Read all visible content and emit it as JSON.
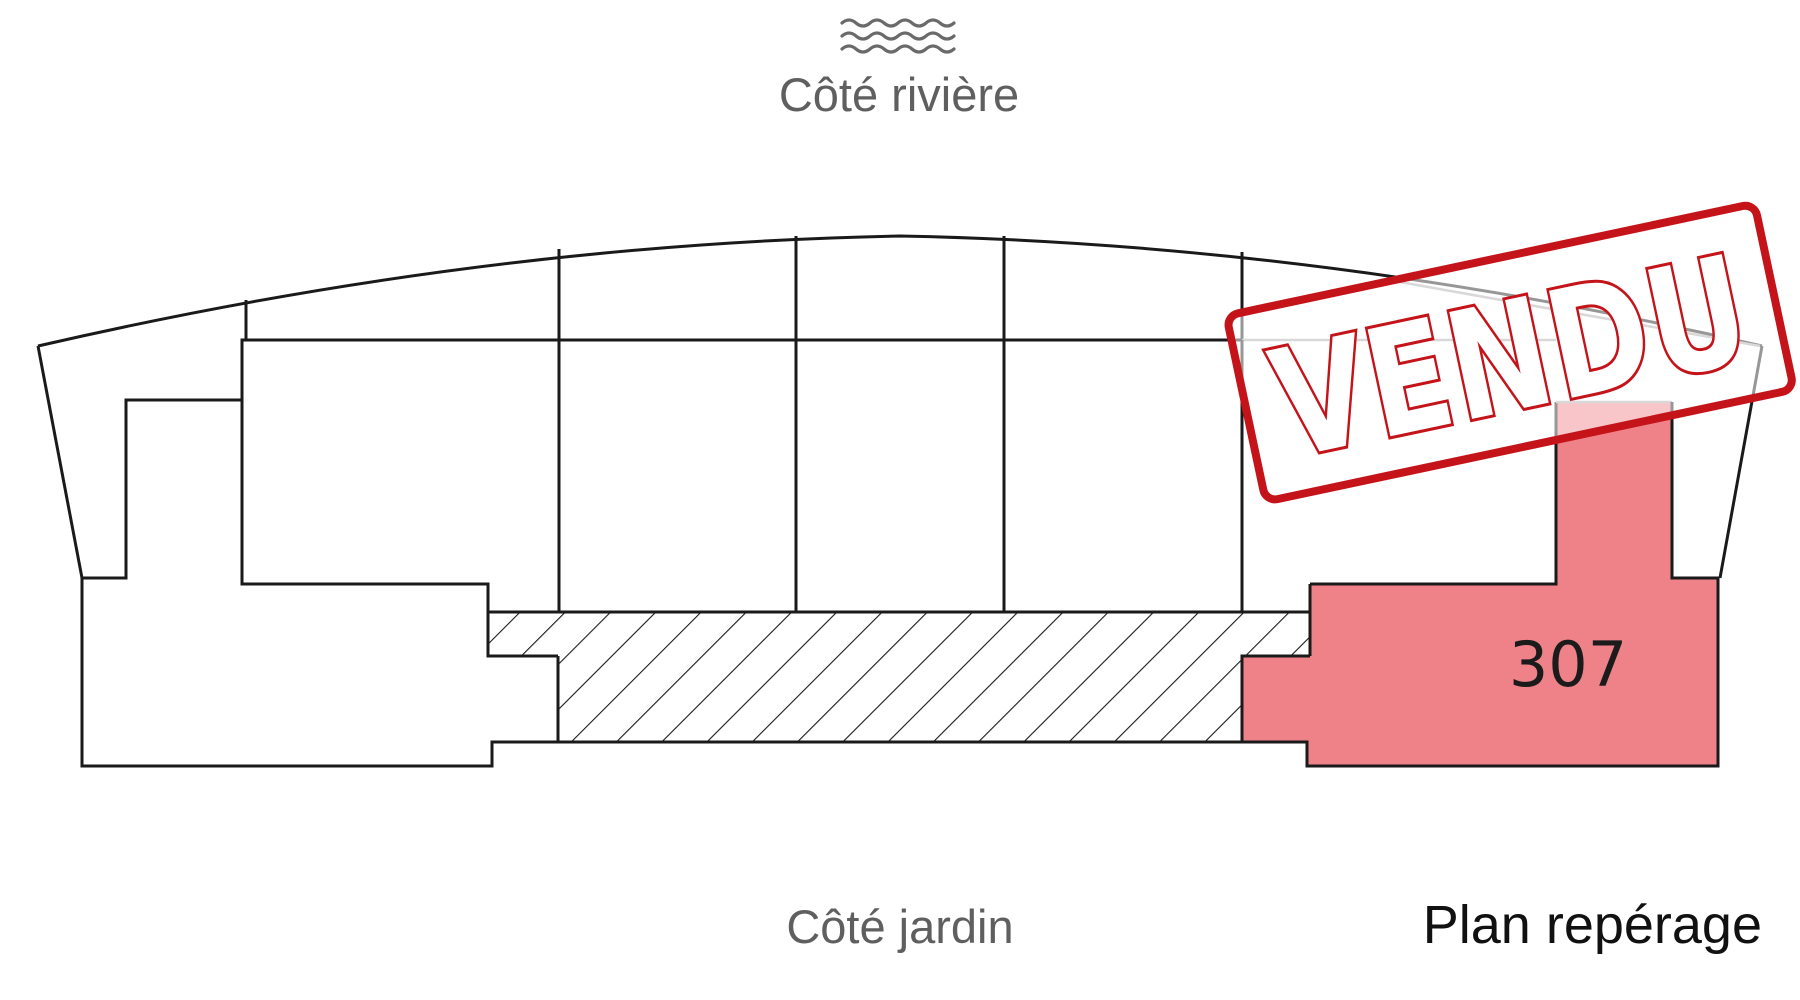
{
  "header": {
    "river_label": "Côté rivière",
    "water_icon": "waves-icon"
  },
  "footer": {
    "garden_label": "Côté jardin",
    "plan_label": "Plan repérage"
  },
  "unit": {
    "number": "307",
    "highlight_color": "#ef8288"
  },
  "stamp": {
    "text": "VENDU",
    "color": "#c4141a"
  },
  "colors": {
    "wall": "#1a1a1a",
    "label_grey": "#5f5f5f"
  }
}
